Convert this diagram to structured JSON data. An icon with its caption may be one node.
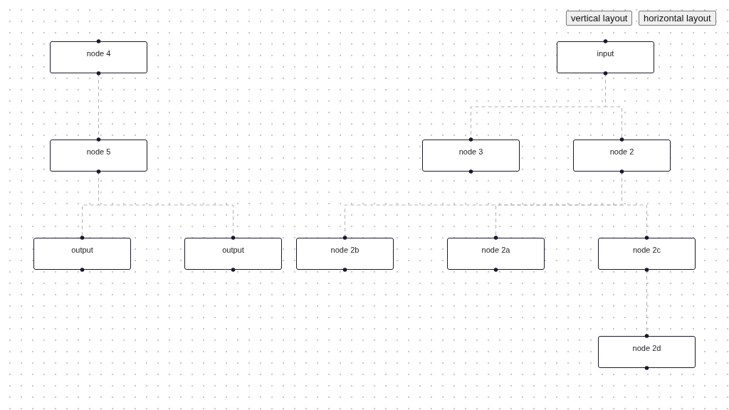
{
  "diagram": {
    "nodes": [
      {
        "text": [
          "node 4"
        ]
      },
      {
        "text": [
          "input"
        ]
      },
      {
        "text": [
          "node 5"
        ]
      },
      {
        "text": [
          "node 3"
        ]
      },
      {
        "text": [
          "node 2"
        ]
      },
      {
        "text": [
          "output"
        ]
      },
      {
        "text": [
          "output"
        ]
      },
      {
        "text": [
          "node 2b"
        ]
      },
      {
        "text": [
          "node 2a"
        ]
      },
      {
        "text": [
          "node 2c"
        ]
      },
      {
        "text": [
          "node 2d"
        ]
      }
    ],
    "edges": [
      {
        "from": 0,
        "to": 2,
        "arrow": "none",
        "style": "dashed"
      },
      {
        "from": 1,
        "to": 3,
        "arrow": "none",
        "style": "dashed"
      },
      {
        "from": 1,
        "to": 4,
        "arrow": "none",
        "style": "dashed"
      },
      {
        "from": 2,
        "to": 5,
        "arrow": "none",
        "style": "dashed"
      },
      {
        "from": 2,
        "to": 6,
        "arrow": "none",
        "style": "dashed"
      },
      {
        "from": 4,
        "to": 7,
        "arrow": "none",
        "style": "dashed"
      },
      {
        "from": 4,
        "to": 8,
        "arrow": "none",
        "style": "dashed"
      },
      {
        "from": 4,
        "to": 9,
        "arrow": "none",
        "style": "dashed"
      },
      {
        "from": 9,
        "to": 10,
        "arrow": "none",
        "style": "dashed"
      }
    ],
    "labels": [
      "vertical layout",
      "horizontal layout"
    ]
  }
}
